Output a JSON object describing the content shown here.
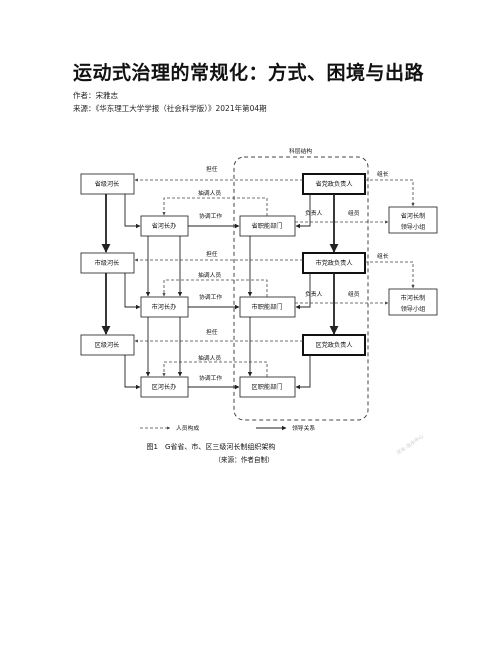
{
  "paper": {
    "title": "运动式治理的常规化：方式、困境与出路",
    "author_line": "作者：宋雅志",
    "source_line": "来源：《华东理工大学学报（社会科学版）》2021年第04期"
  },
  "figure": {
    "frame_label": "科层结构",
    "boxes": {
      "prov_chief": "省级河长",
      "city_chief": "市级河长",
      "dist_chief": "区级河长",
      "prov_office": "省河长办",
      "city_office": "市河长办",
      "dist_office": "区河长办",
      "prov_dept": "省职能部门",
      "city_dept": "市职能部门",
      "dist_dept": "区职能部门",
      "prov_party": "省党政负责人",
      "city_party": "市党政负责人",
      "dist_party": "区党政负责人",
      "prov_group": [
        "省河长制",
        "领导小组"
      ],
      "city_group": [
        "市河长制",
        "领导小组"
      ]
    },
    "edge_labels": {
      "serve": "担任",
      "transfer": "抽调人员",
      "coordinate": "协调工作",
      "in_charge": "负责人",
      "member": "组员",
      "leader": "组长"
    },
    "legend": {
      "personnel": "人员构成",
      "leadership": "领导关系"
    },
    "caption": "图1　G省省、市、区三级河长制组织架构",
    "caption_source": "（来源：作者自制）",
    "watermark": "河长·治水中心"
  }
}
